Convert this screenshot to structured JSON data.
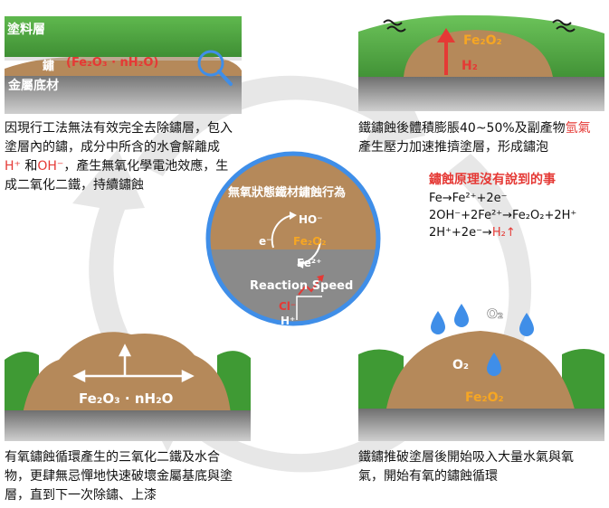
{
  "panel1": {
    "coating_label": "塗料層",
    "rust_label": "鏽",
    "rust_formula": "(Fe₂O₃ · nH₂O)",
    "base_label": "金屬底材",
    "caption_line1": "因現行工法無法有效完全去除鏽層，包入",
    "caption_line2": "塗層內的鏽，成分中所含的水會解離成",
    "caption_h": "H⁺",
    "caption_and": " 和",
    "caption_oh": "OH⁻",
    "caption_line3_rest": "，產生無氧化學電池效應，生",
    "caption_line4": "成二氧化二鐵，持續鏽蝕"
  },
  "panel2": {
    "fe2o2_label": "Fe₂O₂",
    "h2_label": "H₂",
    "caption_line1a": "鐵鏽蝕後體積膨脹40~50%及副產物",
    "caption_line1b": "氫氣",
    "caption_line2": "產生壓力加速推擠塗層，形成鏽泡"
  },
  "center": {
    "title": "無氧狀態鐵材鏽蝕行為",
    "ho": "HO⁻",
    "electron": "e⁻",
    "fe2o2": "Fe₂O₂",
    "fe2plus": "Fe²⁺",
    "speed": "Reaction Speed",
    "cl": "Cl⁻",
    "hplus": "H⁺"
  },
  "equations": {
    "title": "鏽蝕原理沒有說到的事",
    "eq1": "Fe→Fe²⁺+2e⁻",
    "eq2": "2OH⁻+2Fe²⁺→Fe₂O₂+2H⁺",
    "eq3_lhs": "2H⁺+2e⁻→",
    "eq3_rhs": "H₂↑"
  },
  "panel3": {
    "formula": "Fe₂O₃ · nH₂O",
    "caption_line1": "有氧鏽蝕循環產生的三氧化二鐵及水合",
    "caption_line2": "物，更肆無忌憚地快速破壞金屬基底與塗",
    "caption_line3": "層，直到下一次除鏽、上漆"
  },
  "panel4": {
    "o2_top": "O₂",
    "o2_inner": "O₂",
    "fe2o2": "Fe₂O₂",
    "caption_line1": "鐵鏽推破塗層後開始吸入大量水氣與氧",
    "caption_line2": "氣，開始有氧的鏽蝕循環"
  },
  "colors": {
    "rust": "#b5895a",
    "coating": "#5bb04a",
    "metal": "#8e8e8e",
    "accent_red": "#e53935",
    "ring": "#3f8ee8",
    "orange": "#f6a623"
  }
}
